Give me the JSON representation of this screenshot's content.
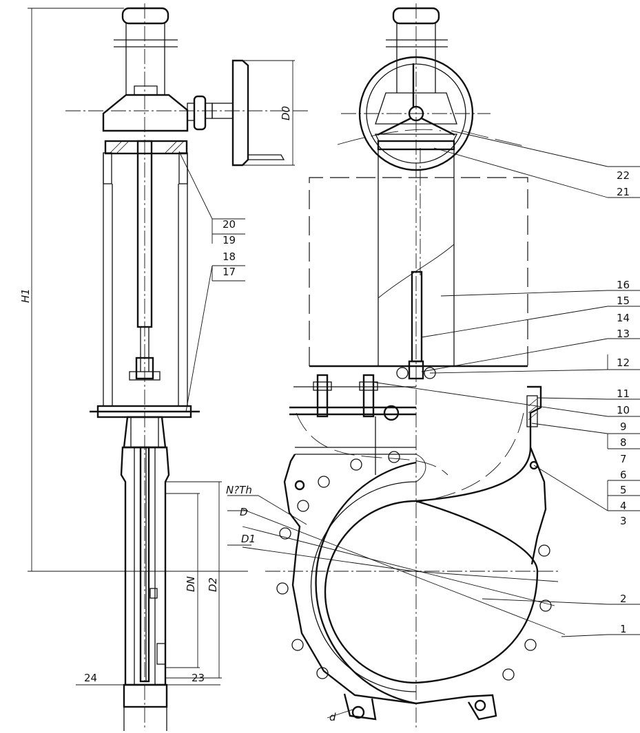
{
  "dimensions": {
    "h1": "H1",
    "d0": "D0",
    "dn": "DN",
    "d2": "D2",
    "d": "D",
    "d1": "D1",
    "bolts": "N?Th",
    "small_d": "d"
  },
  "part_numbers": {
    "p1": "1",
    "p2": "2",
    "p3": "3",
    "p4": "4",
    "p5": "5",
    "p6": "6",
    "p7": "7",
    "p8": "8",
    "p9": "9",
    "p10": "10",
    "p11": "11",
    "p12": "12",
    "p13": "13",
    "p14": "14",
    "p15": "15",
    "p16": "16",
    "p17": "17",
    "p18": "18",
    "p19": "19",
    "p20": "20",
    "p21": "21",
    "p22": "22",
    "p23": "23",
    "p24": "24"
  }
}
